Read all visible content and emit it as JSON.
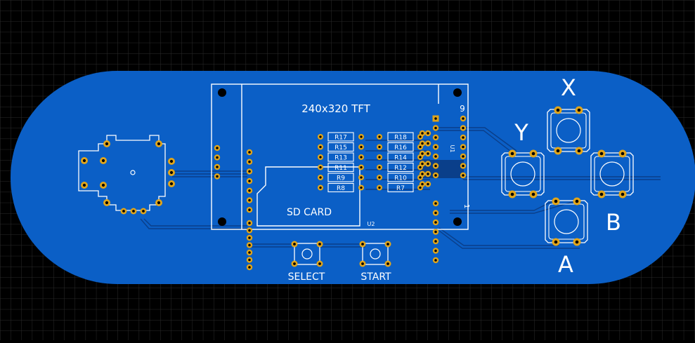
{
  "board": {
    "display_label": "240x320 TFT",
    "sd_label": "SD CARD",
    "u1_label": "U1",
    "u2_label": "U2",
    "pin9_label": "9",
    "pin1_label": "1",
    "select_label": "SELECT",
    "start_label": "START",
    "btn_x_label": "X",
    "btn_y_label": "Y",
    "btn_a_label": "A",
    "btn_b_label": "B"
  },
  "resistors_left": [
    "R17",
    "R15",
    "R13",
    "R11",
    "R9",
    "R8"
  ],
  "resistors_right": [
    "R18",
    "R16",
    "R14",
    "R12",
    "R10",
    "R7"
  ],
  "colors": {
    "background": "#000000",
    "grid": "#2b2b2b",
    "board_fill": "#0b5fc6",
    "copper_trace": "#0a3f8a",
    "pad": "#e0a51b",
    "silkscreen": "#ffffff"
  }
}
